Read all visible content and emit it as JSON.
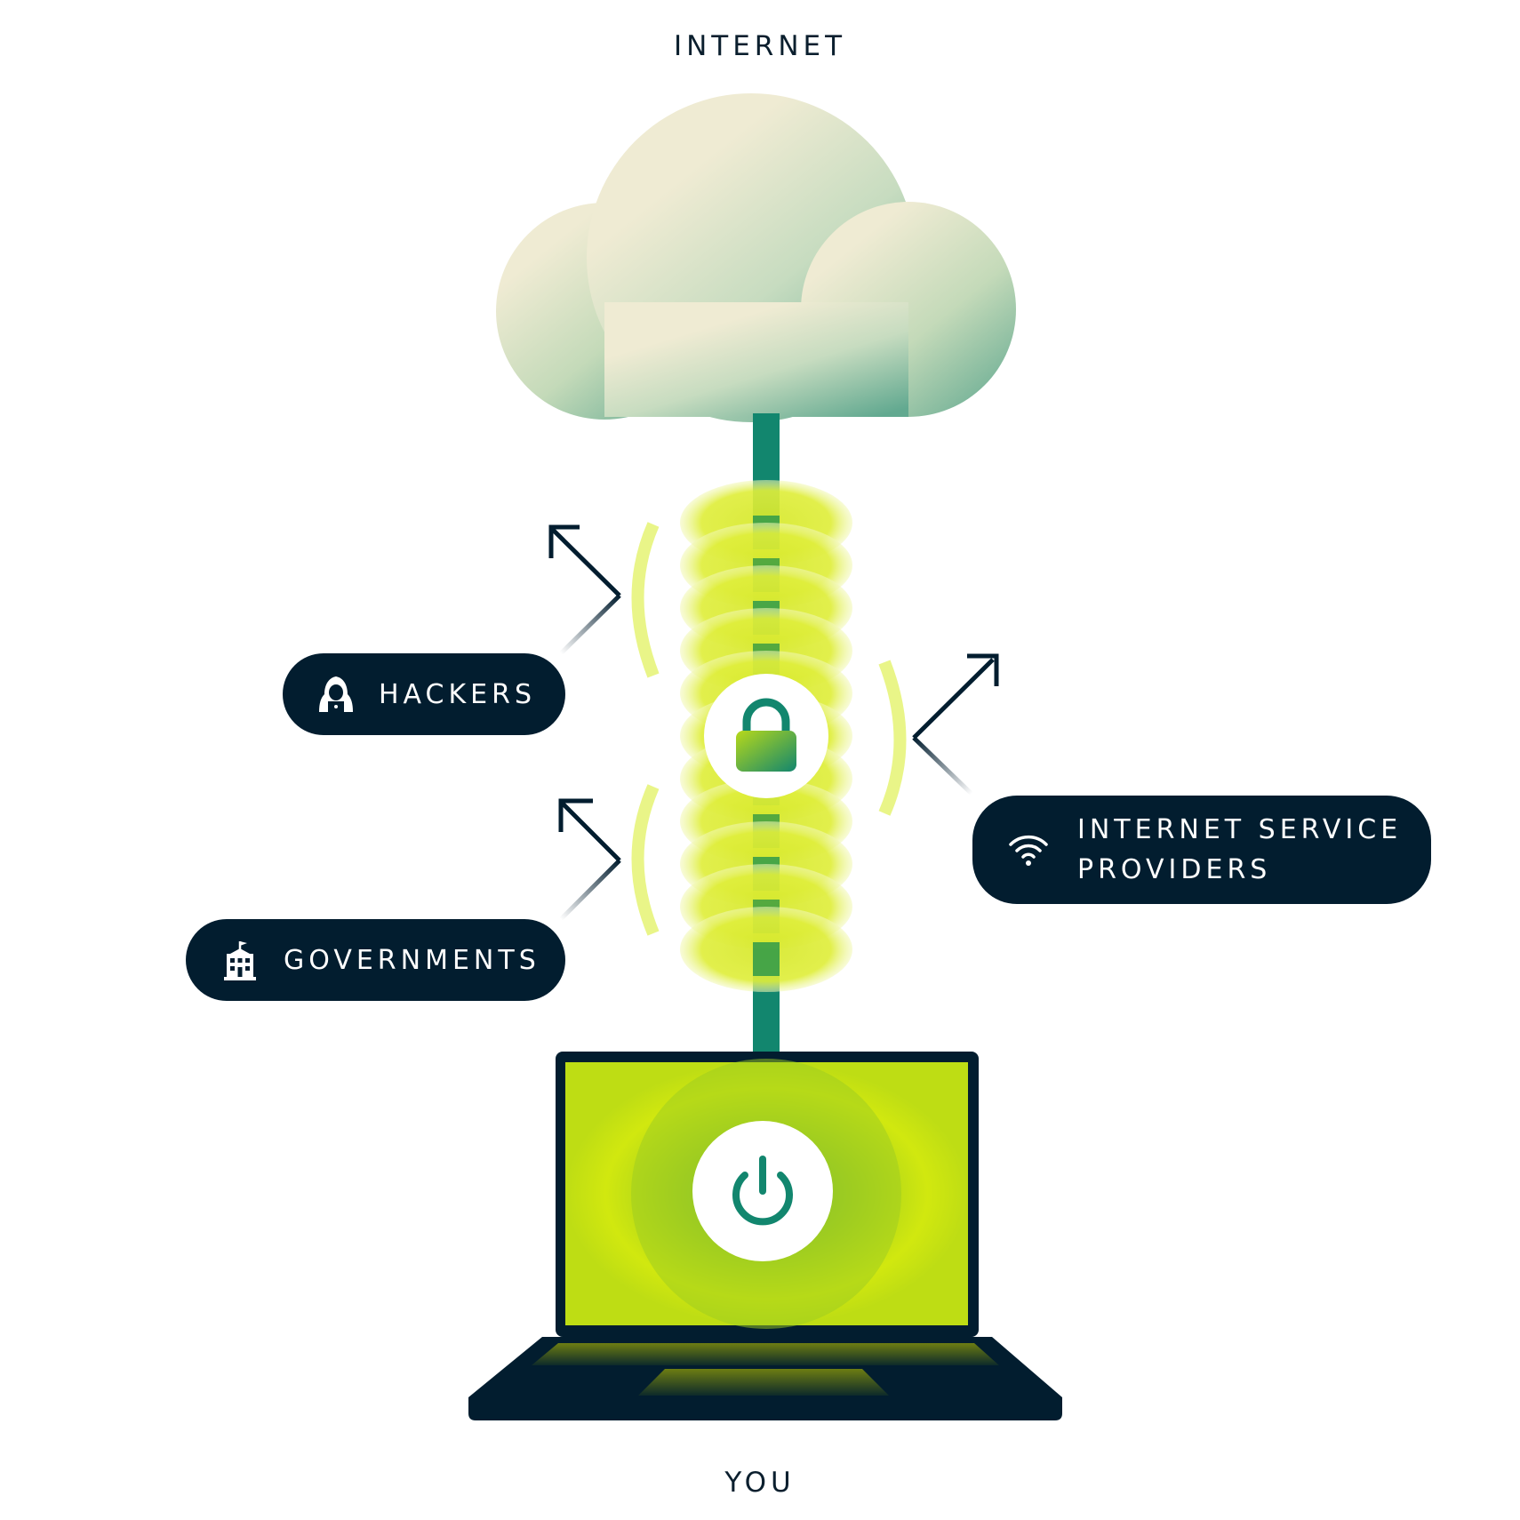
{
  "top_label": "INTERNET",
  "bottom_label": "YOU",
  "threats": {
    "hackers": {
      "label": "HACKERS",
      "icon": "hacker-icon"
    },
    "governments": {
      "label": "GOVERNMENTS",
      "icon": "government-building-icon"
    },
    "isp": {
      "line1": "INTERNET SERVICE",
      "line2": "PROVIDERS",
      "icon": "wifi-icon"
    }
  },
  "icons": {
    "cloud": "cloud-icon",
    "lock": "lock-icon",
    "power": "power-icon",
    "laptop": "laptop-icon"
  },
  "colors": {
    "navy": "#021d2f",
    "teal": "#12866e",
    "lime": "#d7ea1a",
    "cloud_light": "#efebd3",
    "cloud_dark": "#6fb198"
  }
}
